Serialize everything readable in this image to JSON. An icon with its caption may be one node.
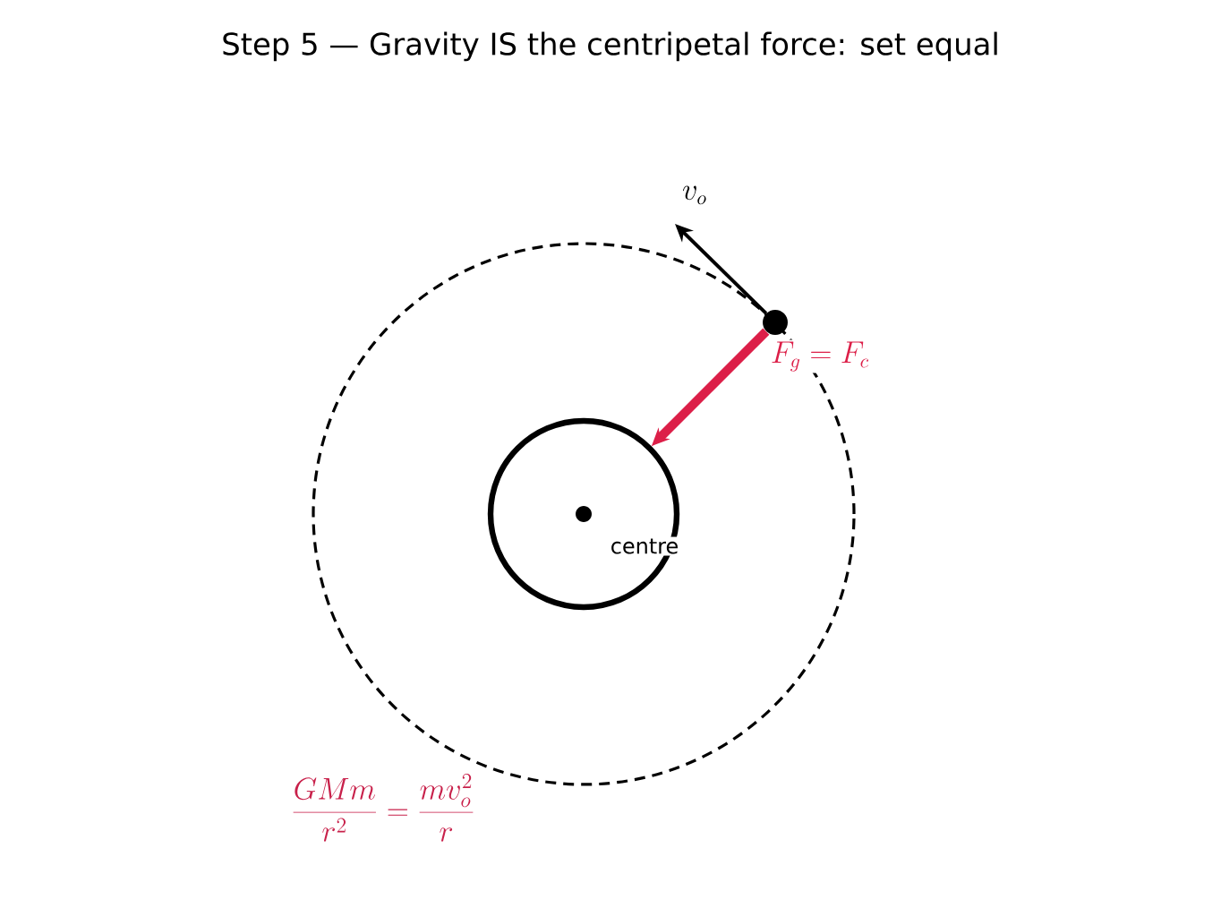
{
  "diagram": {
    "title": "Step 5 — Gravity IS the centripetal force: set equal",
    "nodes": [
      {
        "text": [],
        "shape": "circle"
      },
      {
        "text": [
          "centre"
        ]
      }
    ],
    "edges": [
      {
        "from": 0,
        "to": null,
        "arrow": "to",
        "label": "v_o"
      },
      {
        "from": 0,
        "to": 1,
        "arrow": "to",
        "label": "F_g = F_c",
        "style": "thick",
        "color": "#dc1f48"
      }
    ],
    "labels": [
      "\\frac{GMm}{r^2} = \\frac{mv_o^2}{r}"
    ]
  }
}
